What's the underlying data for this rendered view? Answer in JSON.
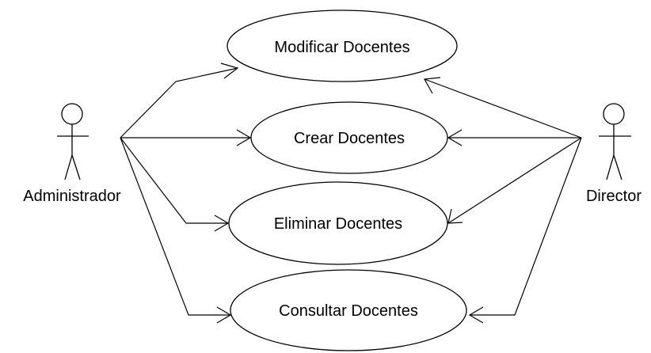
{
  "diagram": {
    "type": "use-case",
    "colors": {
      "line": "#000000",
      "fill": "#ffffff",
      "text": "#000000"
    },
    "actors": [
      {
        "id": "administrador",
        "label": "Administrador"
      },
      {
        "id": "director",
        "label": "Director"
      }
    ],
    "use_cases": [
      {
        "id": "modificar",
        "label": "Modificar Docentes"
      },
      {
        "id": "crear",
        "label": "Crear Docentes"
      },
      {
        "id": "eliminar",
        "label": "Eliminar Docentes"
      },
      {
        "id": "consultar",
        "label": "Consultar Docentes"
      }
    ],
    "associations": [
      {
        "from": "administrador",
        "to": "modificar",
        "arrow": "open"
      },
      {
        "from": "administrador",
        "to": "crear",
        "arrow": "open"
      },
      {
        "from": "administrador",
        "to": "eliminar",
        "arrow": "open"
      },
      {
        "from": "administrador",
        "to": "consultar",
        "arrow": "open"
      },
      {
        "from": "director",
        "to": "modificar",
        "arrow": "open"
      },
      {
        "from": "director",
        "to": "crear",
        "arrow": "open"
      },
      {
        "from": "director",
        "to": "eliminar",
        "arrow": "open"
      },
      {
        "from": "director",
        "to": "consultar",
        "arrow": "open"
      }
    ]
  }
}
